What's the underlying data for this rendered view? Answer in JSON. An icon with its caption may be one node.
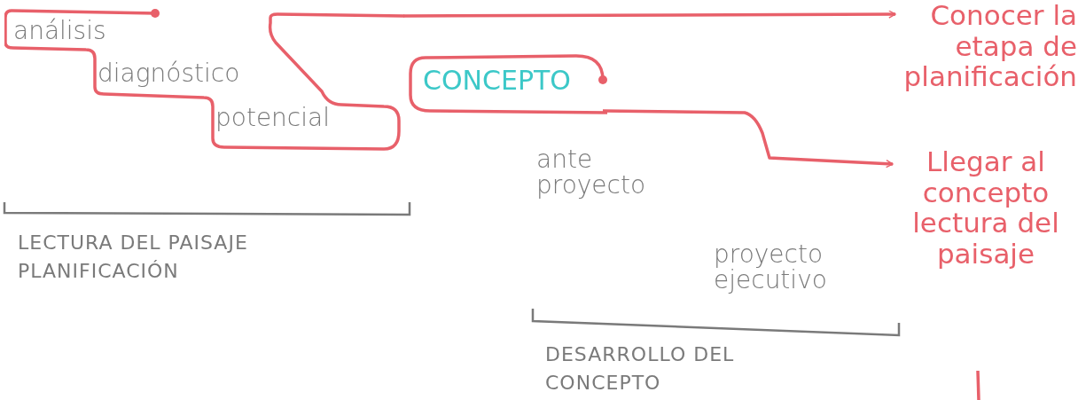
{
  "diagram": {
    "nodes": [
      {
        "text": [
          "análisis",
          "diagnóstico",
          "potencial"
        ]
      },
      {
        "text": [
          "CONCEPTO"
        ]
      },
      {
        "text": [
          "Conocer la etapa de planificación"
        ]
      },
      {
        "text": [
          "Llegar al concepto lectura del paisaje"
        ]
      }
    ],
    "edges": [
      {
        "from": 0,
        "to": 2,
        "arrow": "to"
      },
      {
        "from": 1,
        "to": 3,
        "arrow": "to"
      }
    ],
    "labels": [
      "ante proyecto",
      "proyecto ejecutivo",
      "LECTURA DEL PAISAJE PLANIFICACIÓN",
      "DESARROLLO DEL CONCEPTO"
    ]
  }
}
